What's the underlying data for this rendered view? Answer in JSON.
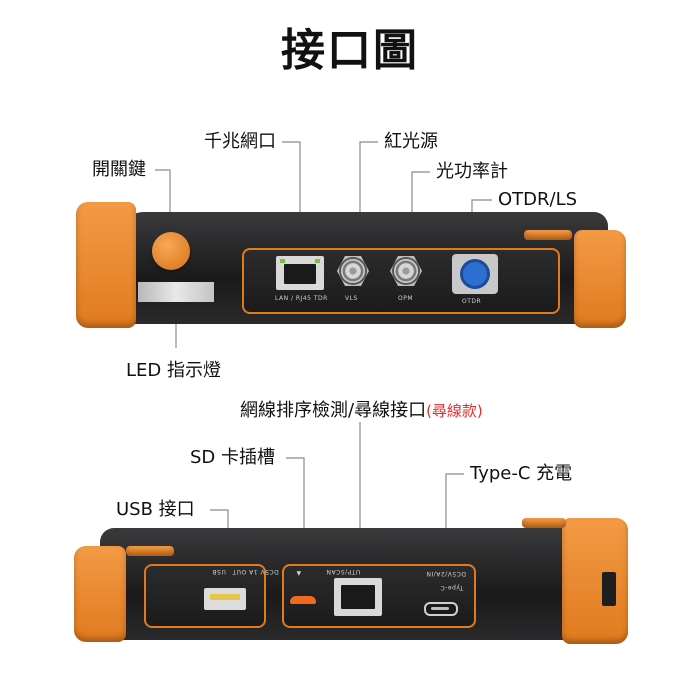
{
  "title": "接口圖",
  "labels": {
    "gigabit": "千兆網口",
    "red_light": "紅光源",
    "power_meter": "光功率計",
    "otdr_ls": "OTDR/LS",
    "power_key": "開關鍵",
    "led": "LED 指示燈",
    "cable_test_prefix": "網線排序檢測/尋線接口",
    "cable_test_note": "(尋線款)",
    "sd_slot": "SD 卡插槽",
    "type_c": "Type-C 充電",
    "usb": "USB 接口"
  },
  "port_markings": {
    "lan": "LAN / RJ45 TDR",
    "vls": "VLS",
    "opm": "OPM",
    "otdr": "OTDR",
    "usb": "DC5V 1A OUT",
    "usb_short": "USB",
    "utp": "UTP/SCAN",
    "typec": "DC5V/2A/IN",
    "typec_short": "Type-C"
  },
  "colors": {
    "accent_orange": "#e07a1e",
    "body_dark": "#1e1e1f",
    "note_red": "#e03030"
  },
  "icons": {
    "power_button": "power-button-icon",
    "rj45": "rj45-port-icon",
    "fiber": "fiber-connector-icon",
    "usb": "usb-port-icon",
    "sd": "sd-card-slot-icon",
    "typec": "usb-c-port-icon"
  }
}
